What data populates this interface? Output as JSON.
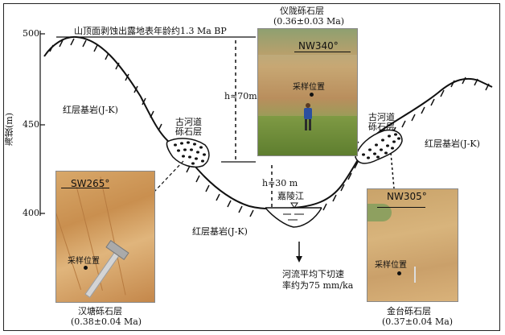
{
  "axis": {
    "label": "海拔(m)",
    "ticks": [
      {
        "label": "500",
        "value": 500
      },
      {
        "label": "450",
        "value": 450
      },
      {
        "label": "400",
        "value": 400
      }
    ]
  },
  "annotations": {
    "summit_age": "山顶面剥蚀出露地表年龄约1.3 Ma BP",
    "h_upper": "h≈70m",
    "h_lower": "h≈30 m",
    "river": "嘉陵江",
    "incision_line1": "河流平均下切速",
    "incision_line2": "率约为75 mm/ka",
    "bedrock_left": "红层基岩(J-K)",
    "bedrock_bottom": "红层基岩(J-K)",
    "bedrock_right": "红层基岩(J-K)",
    "terrace_left_l1": "古河道",
    "terrace_left_l2": "砾石层",
    "terrace_right_l1": "古河道",
    "terrace_right_l2": "砾石层"
  },
  "photos": [
    {
      "id": "yilong",
      "title": "仪陇砾石层",
      "age": "(0.36±0.03 Ma)",
      "orientation": "NW340°",
      "sample_label": "采样位置"
    },
    {
      "id": "hantang",
      "title": "汉塘砾石层",
      "age": "(0.38±0.04 Ma)",
      "orientation": "SW265°",
      "sample_label": "采样位置"
    },
    {
      "id": "jintai",
      "title": "金台砾石层",
      "age": "(0.37±0.04 Ma)",
      "orientation": "NW305°",
      "sample_label": "采样位置"
    }
  ]
}
